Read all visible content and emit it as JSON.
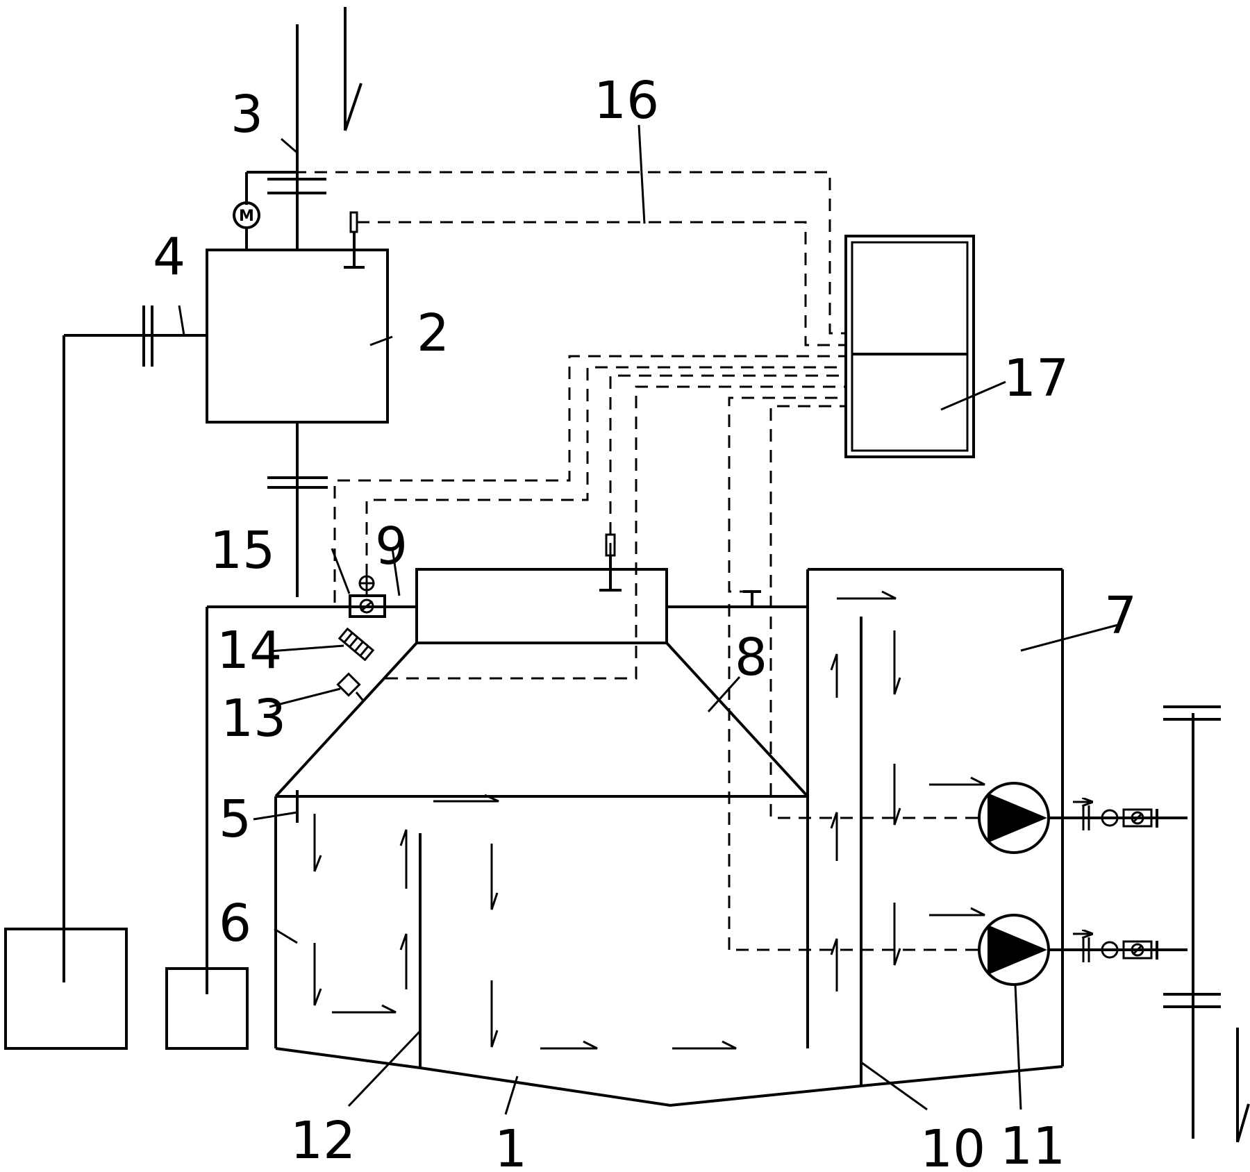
{
  "labels": {
    "l1": "1",
    "l2": "2",
    "l3": "3",
    "l4": "4",
    "l5": "5",
    "l6": "6",
    "l7": "7",
    "l8": "8",
    "l9": "9",
    "l10": "10",
    "l11": "11",
    "l12": "12",
    "l13": "13",
    "l14": "14",
    "l15": "15",
    "l16": "16",
    "l17": "17"
  },
  "symbols": {
    "motor": "M"
  }
}
